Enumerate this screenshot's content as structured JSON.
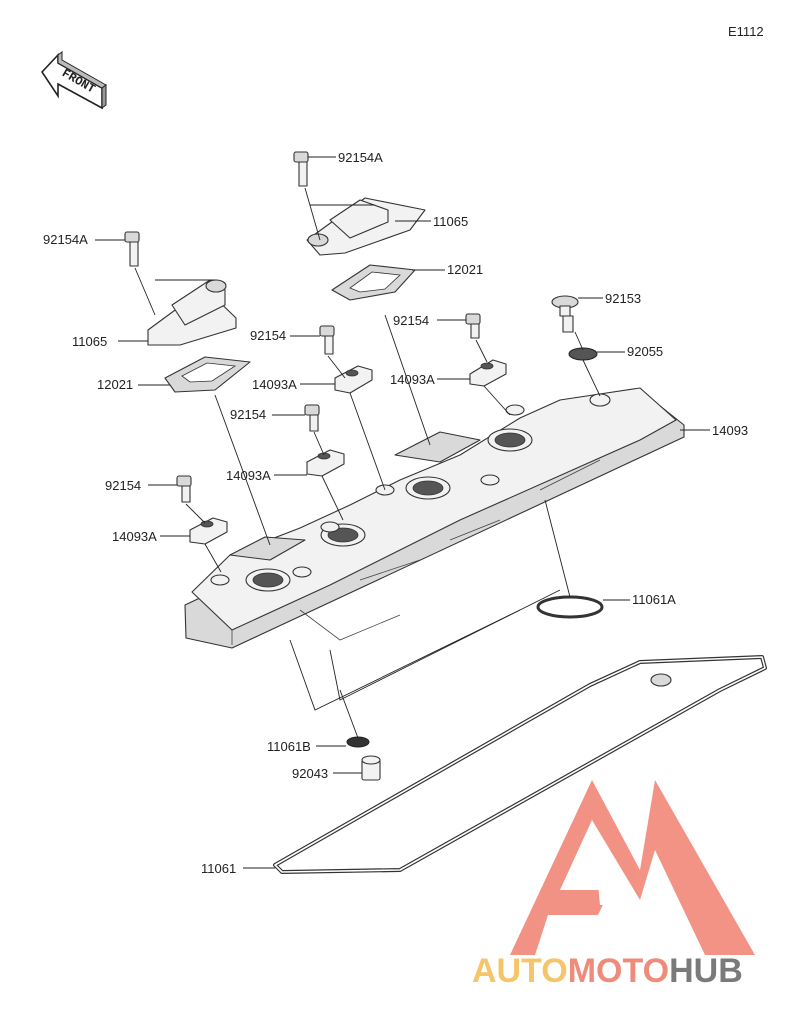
{
  "diagram_code": "E1112",
  "front_label": "FRONT",
  "parts": [
    {
      "id": "p1",
      "label": "92154A"
    },
    {
      "id": "p2",
      "label": "11065"
    },
    {
      "id": "p3",
      "label": "12021"
    },
    {
      "id": "p4",
      "label": "92154A"
    },
    {
      "id": "p5",
      "label": "11065"
    },
    {
      "id": "p6",
      "label": "12021"
    },
    {
      "id": "p7",
      "label": "92154"
    },
    {
      "id": "p8",
      "label": "14093A"
    },
    {
      "id": "p9",
      "label": "92154"
    },
    {
      "id": "p10",
      "label": "14093A"
    },
    {
      "id": "p11",
      "label": "92153"
    },
    {
      "id": "p12",
      "label": "92055"
    },
    {
      "id": "p13",
      "label": "92154"
    },
    {
      "id": "p14",
      "label": "14093A"
    },
    {
      "id": "p15",
      "label": "92154"
    },
    {
      "id": "p16",
      "label": "14093A"
    },
    {
      "id": "p17",
      "label": "14093"
    },
    {
      "id": "p18",
      "label": "11061A"
    },
    {
      "id": "p19",
      "label": "11061B"
    },
    {
      "id": "p20",
      "label": "92043"
    },
    {
      "id": "p21",
      "label": "11061"
    }
  ],
  "watermark": {
    "word_parts": [
      "AUTO",
      "MOTO",
      "HUB"
    ],
    "colors": {
      "auto": "#f5c56b",
      "moto": "#ef8b7a",
      "hub": "#7a7a7a",
      "logo": "#f08070"
    }
  }
}
